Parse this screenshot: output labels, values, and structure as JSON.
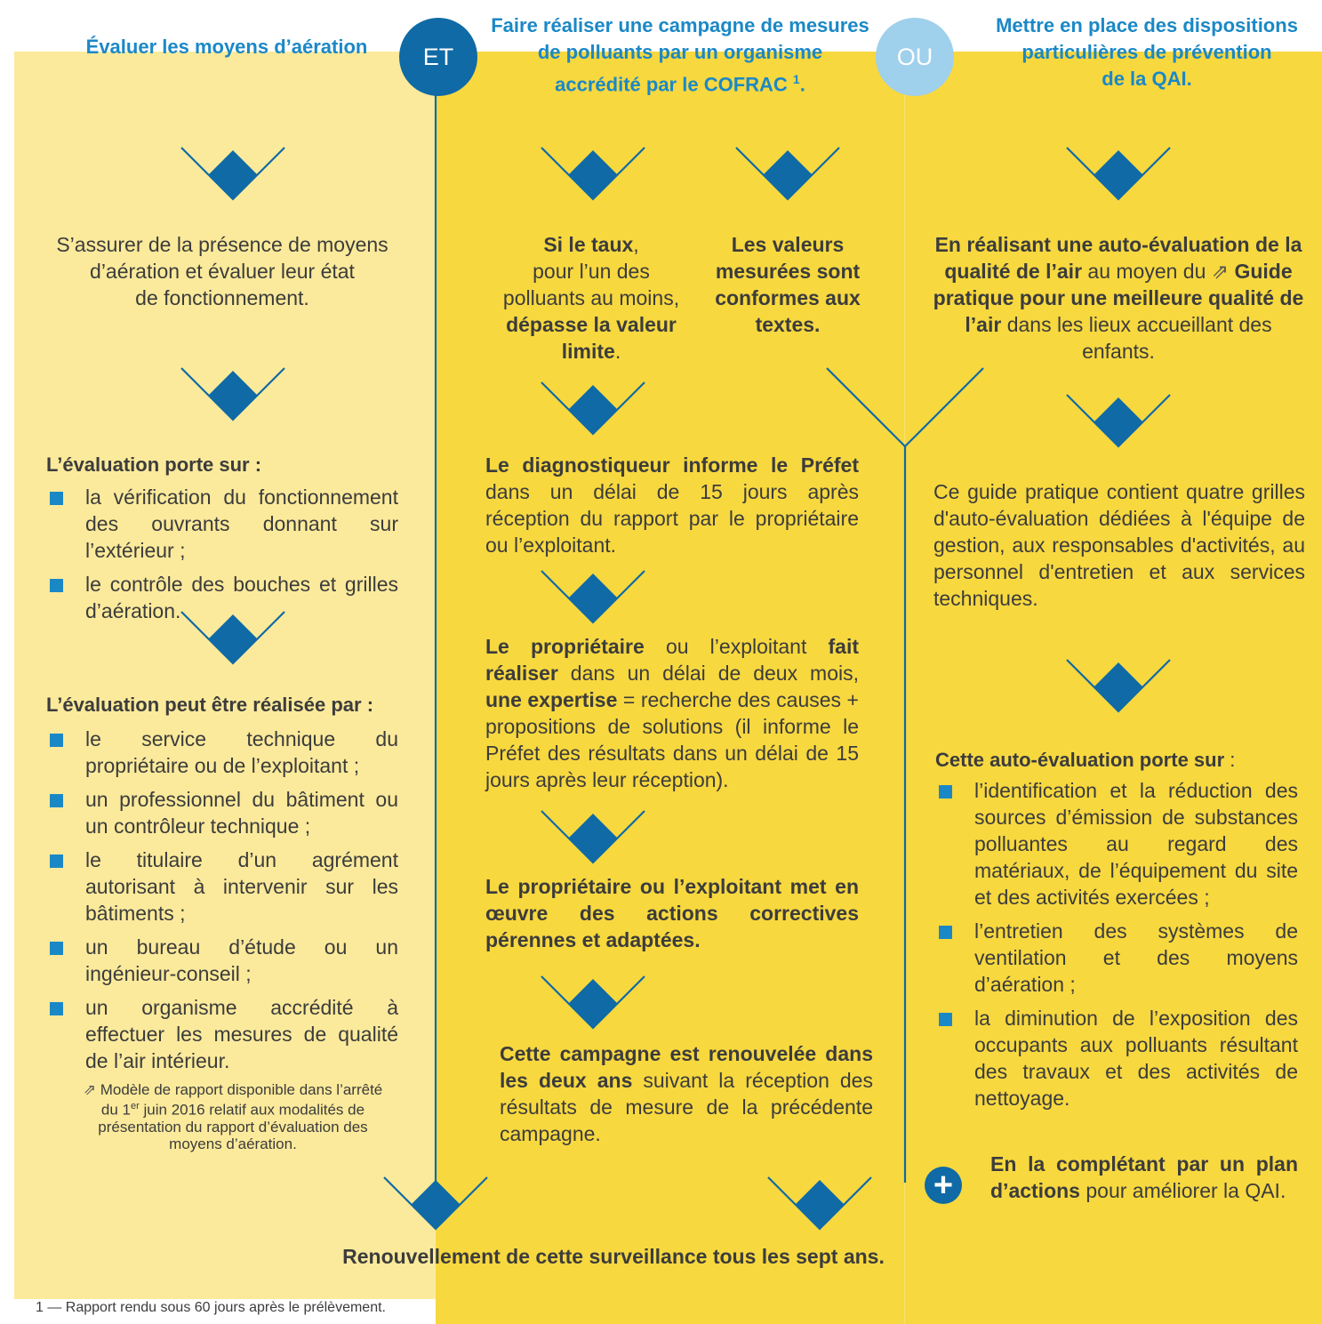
{
  "colors": {
    "blue_dark": "#0f6aa6",
    "blue_light": "#9fd0ec",
    "title_blue": "#1b88c6",
    "yellow": "#f7d83f",
    "pale_yellow": "#fbea9b"
  },
  "columns": {
    "left": {
      "title": "Évaluer les moyens d’aération"
    },
    "middle": {
      "title_lines": [
        "Faire réaliser une campagne de mesures",
        "de polluants par un organisme",
        "accrédité par le COFRAC"
      ],
      "title_sup": "1",
      "title_end": "."
    },
    "right": {
      "title_lines": [
        "Mettre en place des dispositions",
        "particulières de prévention",
        "de la QAI."
      ]
    }
  },
  "connectors": {
    "et": "ET",
    "ou": "OU"
  },
  "left": {
    "intro": [
      "S’assurer de la présence de moyens",
      "d’aération et évaluer leur état",
      "de fonctionnement."
    ],
    "eval_heading": "L’évaluation porte sur :",
    "eval_items": [
      "la vérification du fonctionnement des ouvrants donnant sur l’extérieur ;",
      "le contrôle des bouches et grilles d’aération."
    ],
    "by_heading": "L’évaluation peut être réalisée par :",
    "by_items": [
      "le service technique du propriétaire ou de l’exploitant ;",
      "un professionnel du bâtiment ou un contrôleur technique ;",
      "le titulaire d’un agrément autorisant à intervenir sur les bâtiments ;",
      "un bureau d’étude ou un ingénieur-conseil ;",
      "un organisme accrédité à effectuer les mesures de qualité de l’air intérieur."
    ],
    "note": {
      "a": "Modèle de rapport disponible dans l’arrêté du 1",
      "sup": "er",
      "b": " juin 2016 relatif aux modalités de présentation du rapport d’évaluation des moyens d’aération."
    }
  },
  "middle": {
    "exceed": {
      "b1": "Si le taux",
      "t1": ",",
      "t2": "pour l’un des polluants au moins, ",
      "b2": "dépasse la valeur limite",
      "t3": "."
    },
    "conform": "Les valeurs mesurées sont conformes aux textes.",
    "step1": {
      "b": "Le diagnostiqueur informe le Préfet",
      "t": " dans un délai de 15 jours après réception du rapport par le propriétaire ou l’exploitant."
    },
    "step2": {
      "b1": "Le propriétaire",
      "t1": " ou l’exploitant ",
      "b2": "fait réaliser",
      "t2": " dans un délai de deux mois, ",
      "b3": "une expertise",
      "t3": " = recherche des causes + propositions de solutions (il informe le Préfet des résultats dans un délai de 15 jours après leur réception)."
    },
    "step3": "Le propriétaire ou l’exploitant met en œuvre des actions correctives pérennes et adaptées.",
    "step4": {
      "b": "Cette campagne est renouvelée dans les deux ans",
      "t": " suivant la réception des résultats de mesure de la précédente campagne."
    },
    "renewal": "Renouvellement de cette surveillance tous les sept ans."
  },
  "right": {
    "intro": {
      "b1": "En réalisant une auto-évaluation de la qualité de l’air",
      "t1": " au moyen du ",
      "b2": "Guide pratique pour une meilleure qualité de l’air",
      "t2": " dans les lieux accueillant des enfants."
    },
    "guide": "Ce guide pratique contient quatre grilles d'auto-évaluation dédiées à l'équipe de gestion, aux responsables d'activités, au personnel d'entretien et aux services techniques.",
    "scope_heading_b": "Cette auto-évaluation porte sur",
    "scope_heading_t": " :",
    "scope_items": [
      "l’identification et la réduction des sources d’émission de substances polluantes au regard des matériaux, de l’équipement du site et des activités exercées ;",
      "l’entretien des systèmes de ventilation et des moyens d’aération ;",
      "la diminution de l’exposition des occupants aux polluants résultant des travaux et des activités de nettoyage."
    ],
    "plus": {
      "b": "En la complétant par un plan d’actions",
      "t": " pour améliorer la QAI."
    }
  },
  "footnote": "1 — Rapport rendu sous 60 jours après le prélèvement."
}
